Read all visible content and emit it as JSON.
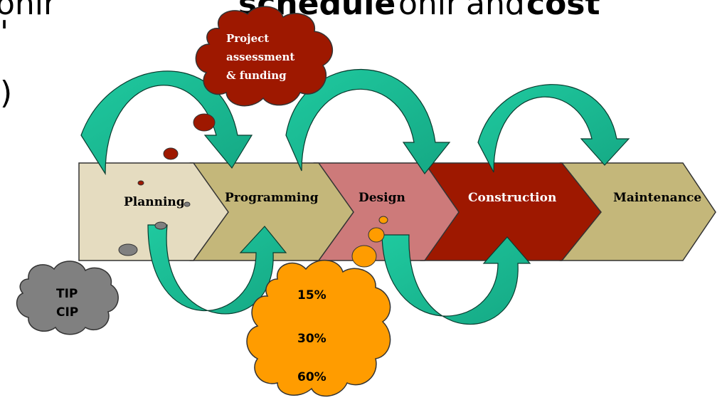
{
  "headline": {
    "text_left": "schedule",
    "text_right": "cost",
    "fragment_bracket": ")",
    "fragment_quote": "'"
  },
  "stages": [
    {
      "label": "Planning",
      "fill": "#e5dcc0",
      "text": "#000000"
    },
    {
      "label": "Programming",
      "fill": "#c4b77a",
      "text": "#000000"
    },
    {
      "label": "Design",
      "fill": "#cd7a7a",
      "text": "#000000"
    },
    {
      "label": "Construction",
      "fill": "#9e1800",
      "text": "#ffffff"
    },
    {
      "label": "Maintenance",
      "fill": "#c4b77a",
      "text": "#000000"
    }
  ],
  "clouds": {
    "funding": {
      "lines": [
        "Project",
        "assessment",
        "& funding"
      ],
      "fill": "#9e1800"
    },
    "tip": {
      "lines": [
        "TIP",
        "CIP"
      ],
      "fill": "#808080"
    },
    "percent": {
      "lines": [
        "15%",
        "30%",
        "60%"
      ],
      "fill": "#ff9c00"
    }
  },
  "colors": {
    "arrow": "#1fc99f",
    "arrow_stroke": "#0a3b2e",
    "outline": "#333333"
  }
}
